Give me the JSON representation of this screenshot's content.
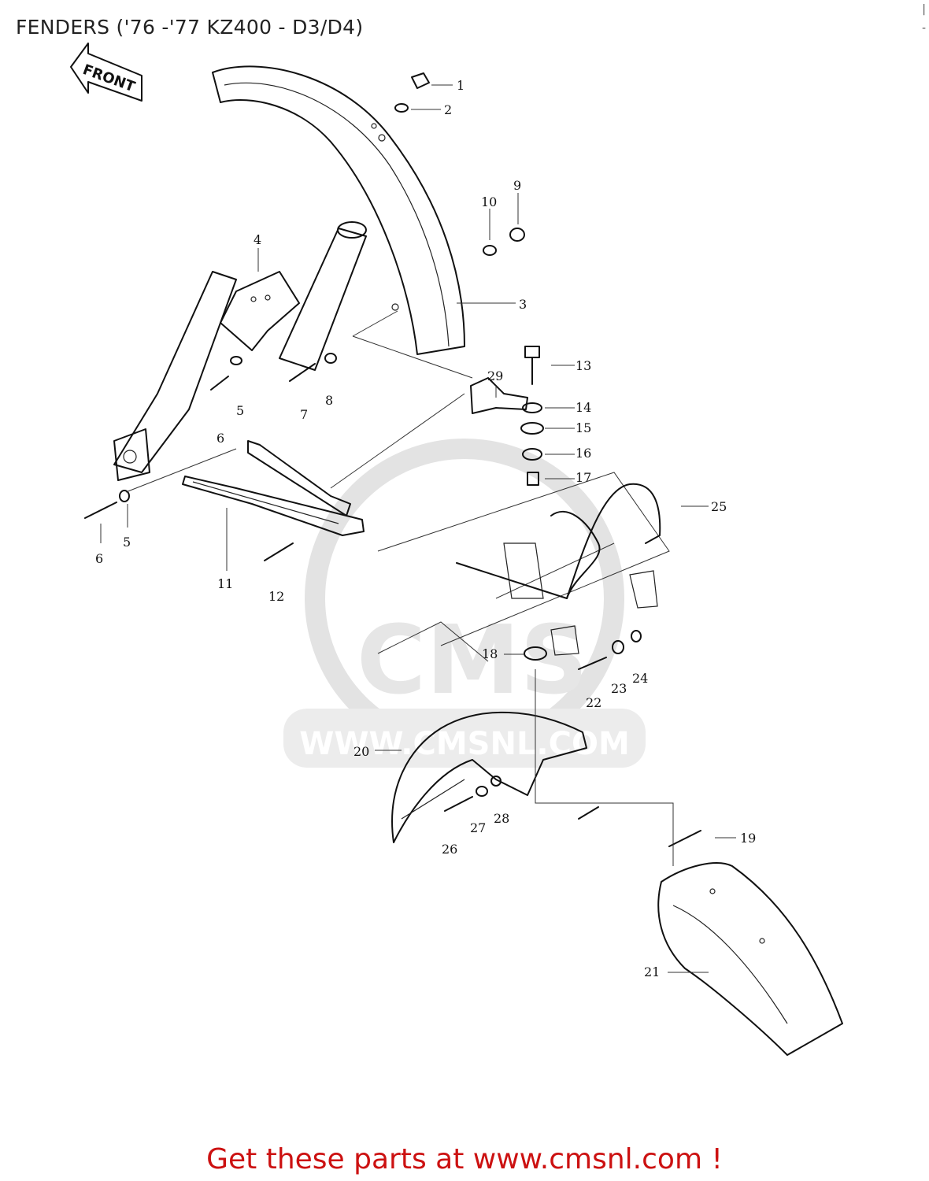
{
  "title": "FENDERS ('76 -'77 KZ400 - D3/D4)",
  "front_arrow_label": "FRONT",
  "watermark": {
    "logo_text": "CMS",
    "url_text": "WWW.CMSNL.COM"
  },
  "footer": {
    "text": "Get these parts at www.cmsnl.com !",
    "color": "#cc1111"
  },
  "callouts": [
    "1",
    "2",
    "3",
    "4",
    "5",
    "5",
    "6",
    "6",
    "7",
    "8",
    "9",
    "10",
    "11",
    "12",
    "13",
    "14",
    "15",
    "16",
    "17",
    "18",
    "19",
    "20",
    "21",
    "22",
    "23",
    "24",
    "25",
    "26",
    "27",
    "28",
    "29"
  ]
}
